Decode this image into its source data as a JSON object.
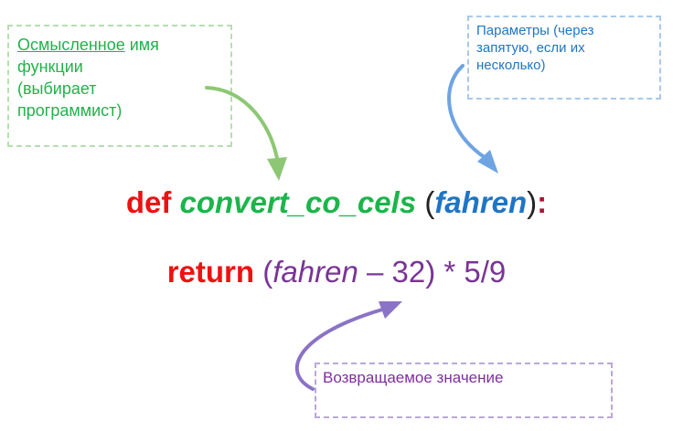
{
  "notes": {
    "function_name": {
      "underlined": "Осмысленное",
      "line1_rest": " имя",
      "line2": "функции",
      "line3": "(выбирает",
      "line4": "программист)"
    },
    "parameters": {
      "line1": "Параметры (через",
      "line2": "запятую, если их",
      "line3": "несколько)"
    },
    "return_value": {
      "text": "Возвращаемое значение"
    }
  },
  "code": {
    "line1": {
      "keyword": "def",
      "function": "convert_co_cels",
      "open_paren": "(",
      "param": "fahren",
      "close_paren": ")",
      "colon": ":"
    },
    "line2": {
      "keyword": "return",
      "open_paren": "(",
      "var": "fahren",
      "minus": " – 32)",
      "tail": " * 5/9"
    }
  },
  "colors": {
    "keyword": "#ee1111",
    "function_name": "#1bb54a",
    "parameter": "#1f75c4",
    "expression": "#7a3496",
    "arrow_green": "#8dc774",
    "arrow_blue": "#6fa4e3",
    "arrow_purple": "#8a73c6"
  }
}
